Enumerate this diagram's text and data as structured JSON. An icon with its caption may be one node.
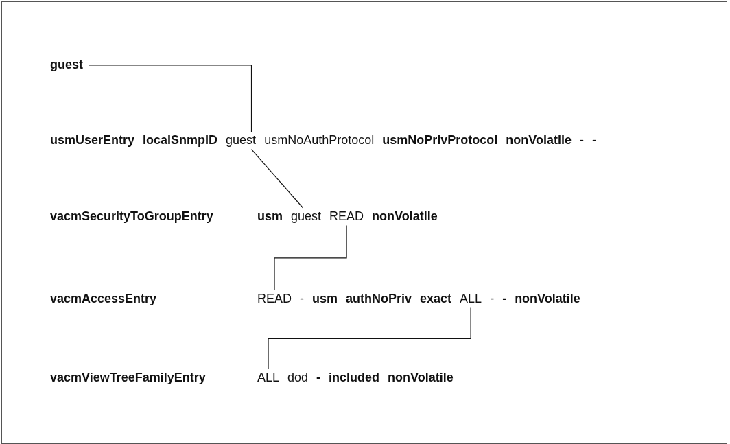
{
  "diagram": {
    "nodes": [
      {
        "text": [
          "guest"
        ]
      },
      {
        "text": [
          "guest"
        ]
      },
      {
        "text": [
          "guest"
        ]
      },
      {
        "text": [
          "READ"
        ]
      },
      {
        "text": [
          "READ"
        ]
      },
      {
        "text": [
          "ALL"
        ]
      },
      {
        "text": [
          "ALL"
        ]
      }
    ],
    "edges": [
      {
        "from": 0,
        "to": 1,
        "arrow": "none"
      },
      {
        "from": 1,
        "to": 2,
        "arrow": "none"
      },
      {
        "from": 3,
        "to": 4,
        "arrow": "none"
      },
      {
        "from": 5,
        "to": 6,
        "arrow": "none"
      }
    ],
    "labels": [
      "usmUserEntry",
      "localSnmpID",
      "usmNoAuthProtocol",
      "usmNoPrivProtocol",
      "nonVolatile",
      "-",
      "-",
      "vacmSecurityToGroupEntry",
      "usm",
      "nonVolatile",
      "vacmAccessEntry",
      "-",
      "usm",
      "authNoPriv",
      "exact",
      "-",
      "-",
      "nonVolatile",
      "vacmViewTreeFamilyEntry",
      "dod",
      "-",
      "included",
      "nonVolatile"
    ]
  }
}
